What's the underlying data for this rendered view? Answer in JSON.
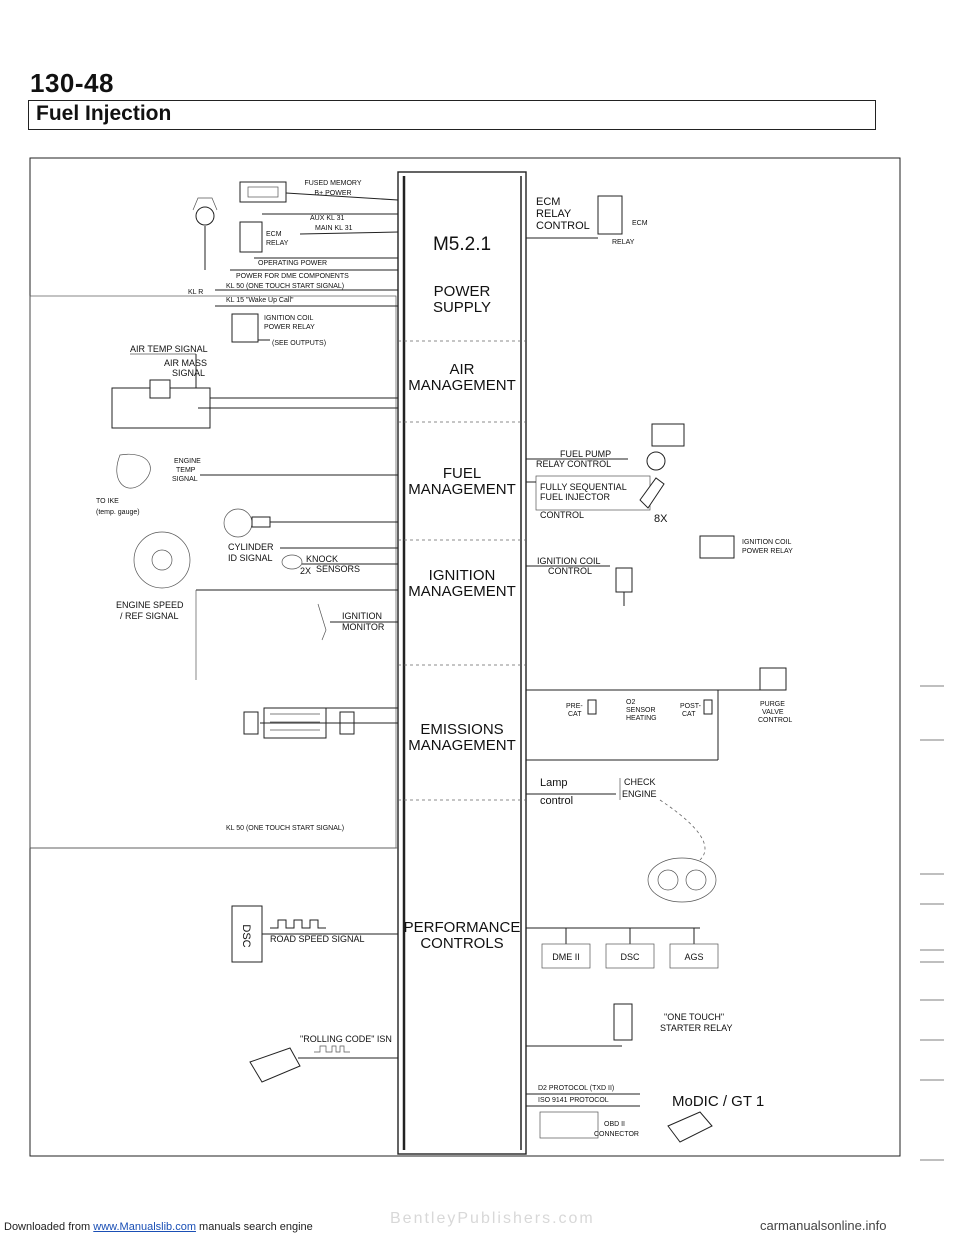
{
  "header": {
    "page_number": "130-48",
    "section_title": "Fuel Injection"
  },
  "ecu": {
    "title": "M5.2.1",
    "sections": [
      {
        "id": "power",
        "lines": [
          "POWER",
          "SUPPLY"
        ]
      },
      {
        "id": "air",
        "lines": [
          "AIR",
          "MANAGEMENT"
        ]
      },
      {
        "id": "fuel",
        "lines": [
          "FUEL",
          "MANAGEMENT"
        ]
      },
      {
        "id": "ignition",
        "lines": [
          "IGNITION",
          "MANAGEMENT"
        ]
      },
      {
        "id": "emissions",
        "lines": [
          "EMISSIONS",
          "MANAGEMENT"
        ]
      },
      {
        "id": "performance",
        "lines": [
          "PERFORMANCE",
          "CONTROLS"
        ]
      }
    ]
  },
  "inputs": {
    "fused_memory": "FUSED MEMORY",
    "b_power": "B+ POWER",
    "aux_kl31": "AUX KL 31",
    "main_kl31": "MAIN KL 31",
    "ecm_relay_line1": "ECM",
    "ecm_relay_line2": "RELAY",
    "operating_power": "OPERATING POWER",
    "power_for_dme": "POWER FOR DME COMPONENTS",
    "kl50": "KL 50 (ONE TOUCH START SIGNAL)",
    "kl_r": "KL R",
    "kl15": "KL 15 \"Wake Up Call\"",
    "ignition_coil_relay_line1": "IGNITION COIL",
    "ignition_coil_relay_line2": "POWER RELAY",
    "see_outputs": "(SEE OUTPUTS)",
    "air_temp_signal": "AIR TEMP SIGNAL",
    "air_mass_line1": "AIR MASS",
    "air_mass_line2": "SIGNAL",
    "engine_temp_line1": "ENGINE",
    "engine_temp_line2": "TEMP",
    "engine_temp_line3": "SIGNAL",
    "to_ike": "TO IKE",
    "temp_gauge": "(temp. gauge)",
    "cylinder_id_line1": "CYLINDER",
    "cylinder_id_line2": "ID SIGNAL",
    "knock": "KNOCK",
    "knock_2x": "2X",
    "knock_sensors": "SENSORS",
    "engine_speed_line1": "ENGINE SPEED",
    "engine_speed_line2": "/ REF SIGNAL",
    "ignition_monitor_line1": "IGNITION",
    "ignition_monitor_line2": "MONITOR",
    "kl50_bottom": "KL 50 (ONE TOUCH START SIGNAL)",
    "dsc": "DSC",
    "road_speed": "ROAD SPEED SIGNAL",
    "rolling_code": "\"ROLLING CODE\" ISN"
  },
  "outputs": {
    "ecm_relay_control_line1": "ECM",
    "ecm_relay_control_line2": "RELAY",
    "ecm_relay_control_line3": "CONTROL",
    "ecm_relay_label_line1": "ECM",
    "ecm_relay_label_line2": "RELAY",
    "fuel_pump_line1": "FUEL PUMP",
    "fuel_pump_line2": "RELAY CONTROL",
    "fully_sequential_line1": "FULLY SEQUENTIAL",
    "fully_sequential_line2": "FUEL INJECTOR",
    "fully_sequential_line3": "CONTROL",
    "injector_count": "8X",
    "ignition_coil_power_line1": "IGNITION COIL",
    "ignition_coil_power_line2": "POWER RELAY",
    "ignition_coil_control_line1": "IGNITION COIL",
    "ignition_coil_control_line2": "CONTROL",
    "pre_cat_line1": "PRE-",
    "pre_cat_line2": "CAT",
    "o2_heating_line1": "O2",
    "o2_heating_line2": "SENSOR",
    "o2_heating_line3": "HEATING",
    "post_cat_line1": "POST-",
    "post_cat_line2": "CAT",
    "purge_line1": "PURGE",
    "purge_line2": "VALVE",
    "purge_line3": "CONTROL",
    "lamp_line1": "Lamp",
    "lamp_line2": "control",
    "check_engine_line1": "CHECK",
    "check_engine_line2": "ENGINE",
    "dme_ii": "DME II",
    "dsc_box": "DSC",
    "ags": "AGS",
    "one_touch_line1": "\"ONE TOUCH\"",
    "one_touch_line2": "STARTER RELAY",
    "d2_protocol": "D2 PROTOCOL (TXD II)",
    "iso_protocol": "ISO 9141 PROTOCOL",
    "modic": "MoDIC / GT 1",
    "obd_line1": "OBD II",
    "obd_line2": "CONNECTOR"
  },
  "footer": {
    "downloaded_from": "Downloaded from",
    "link_text": "www.Manualslib.com",
    "suffix": "manuals search engine",
    "watermark": "BentleyPublishers.com",
    "right_site": "carmanualsonline.info"
  }
}
